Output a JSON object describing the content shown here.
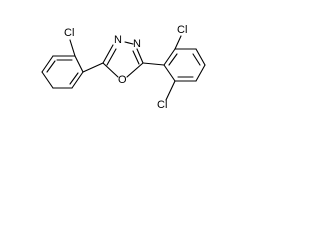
{
  "molecule": {
    "labels": {
      "n1": "N",
      "n2": "N",
      "o": "O",
      "cl_left": "Cl",
      "cl_top_right": "Cl",
      "cl_bottom_right": "Cl"
    }
  }
}
